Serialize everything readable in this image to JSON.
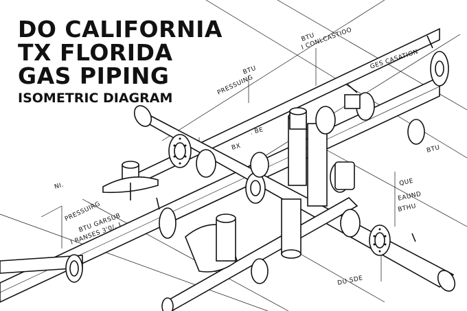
{
  "title": {
    "line1": "DO CALIFORNIA",
    "line2": "TX FLORIDA",
    "line3": "GAS PIPING",
    "subtitle": "ISOMETRIC DIAGRAM"
  },
  "labels": {
    "btu_top": "BTU",
    "conlcastioo": "I CONLCASTIOO",
    "btu_mid": "BTU",
    "pressuing_top": "PRESSUING",
    "ges_casation": "GES CASATION",
    "bx": "BX",
    "be": ". BE",
    "btu_right": "BTU",
    "ni": "NI.",
    "pressuirg": "PRESSUIRG",
    "btu_garsub": "BTU GARSUB",
    "ranses": "I RANSES 3'0/. I",
    "que": "QUE",
    "eaund": "EAUND",
    "bthu": "BTHU",
    "du_sde": "DU SDE"
  },
  "colors": {
    "ink": "#111111",
    "paper": "#ffffff"
  }
}
